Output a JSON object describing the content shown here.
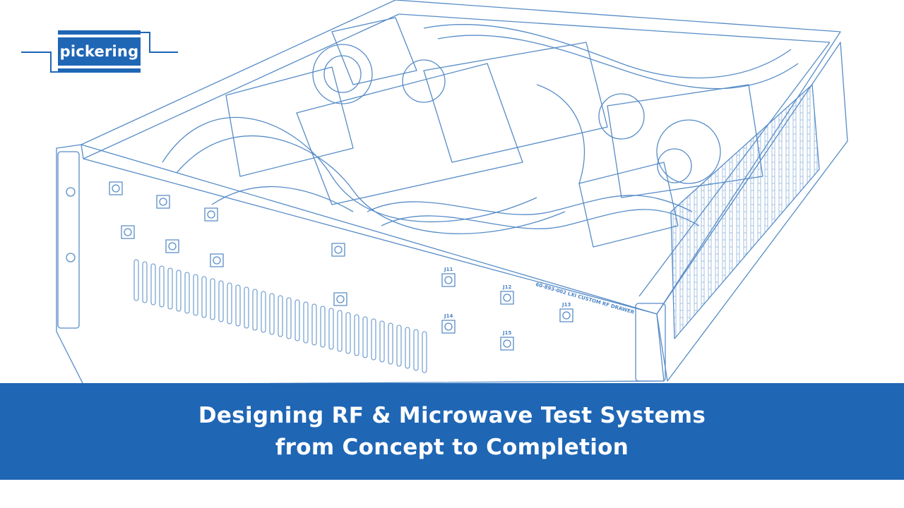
{
  "brand": {
    "logo_text": "pickering",
    "color": "#1f66b5"
  },
  "illustration": {
    "panel_label": "60-893-002 LXI CUSTOM RF DRAWER",
    "connector_labels": [
      "J11",
      "J12",
      "J13",
      "J14",
      "J15"
    ],
    "line_color": "#1f66b5"
  },
  "banner": {
    "line1": "Designing RF & Microwave Test Systems",
    "line2": "from Concept to Completion",
    "background": "#1f66b5",
    "text_color": "#ffffff"
  }
}
